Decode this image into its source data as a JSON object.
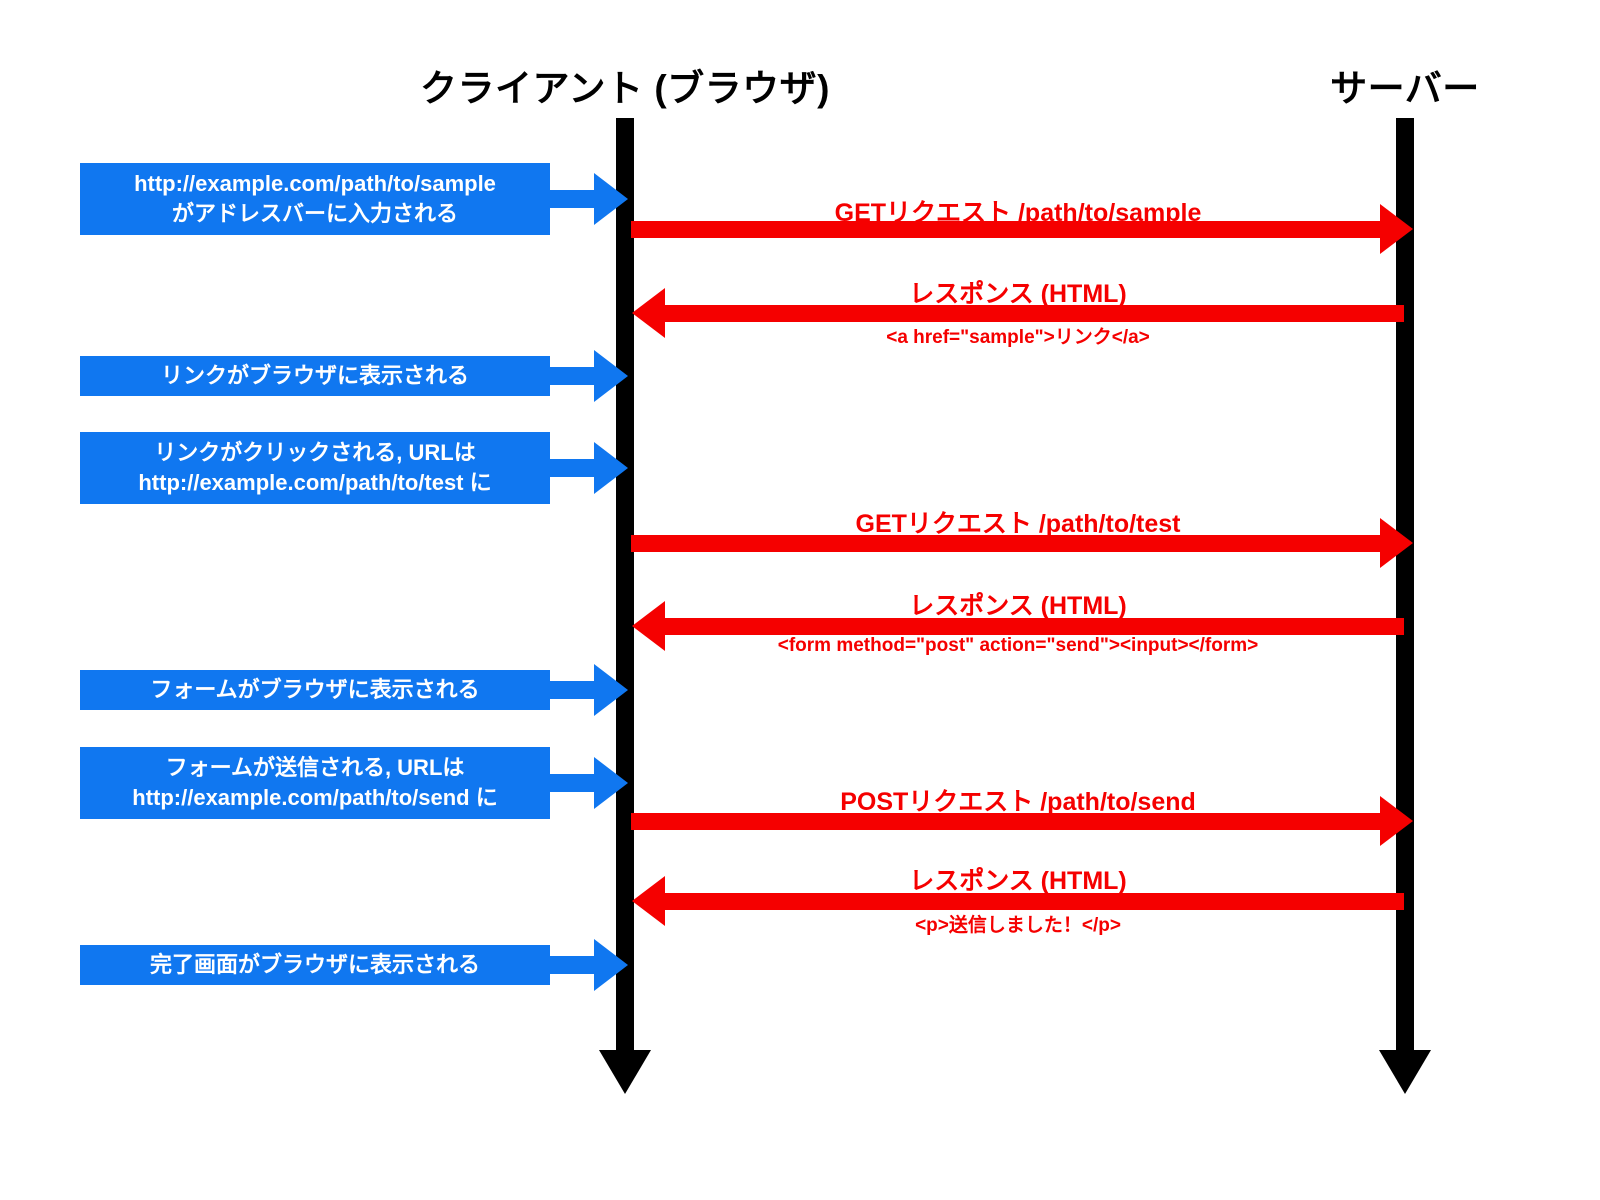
{
  "diagram": {
    "title_client": "クライアント (ブラウザ)",
    "title_server": "サーバー",
    "colors": {
      "note_blue": "#1077F0",
      "message_red": "#F50000",
      "lifeline_black": "#000000",
      "background": "#FFFFFF"
    }
  },
  "client_notes": [
    {
      "id": "note-url-entered",
      "lines": [
        "http://example.com/path/to/sample",
        "がアドレスバーに入力される"
      ]
    },
    {
      "id": "note-link-displayed",
      "lines": [
        "リンクがブラウザに表示される"
      ]
    },
    {
      "id": "note-link-clicked",
      "lines": [
        "リンクがクリックされる, URLは",
        "http://example.com/path/to/test に"
      ]
    },
    {
      "id": "note-form-displayed",
      "lines": [
        "フォームがブラウザに表示される"
      ]
    },
    {
      "id": "note-form-submitted",
      "lines": [
        "フォームが送信される, URLは",
        "http://example.com/path/to/send に"
      ]
    },
    {
      "id": "note-complete-displayed",
      "lines": [
        "完了画面がブラウザに表示される"
      ]
    }
  ],
  "messages": [
    {
      "id": "msg-get-sample",
      "direction": "client-to-server",
      "label": "GETリクエスト /path/to/sample",
      "sublabel": ""
    },
    {
      "id": "msg-response-link",
      "direction": "server-to-client",
      "label": "レスポンス (HTML)",
      "sublabel": "<a href=\"sample\">リンク</a>"
    },
    {
      "id": "msg-get-test",
      "direction": "client-to-server",
      "label": "GETリクエスト /path/to/test",
      "sublabel": ""
    },
    {
      "id": "msg-response-form",
      "direction": "server-to-client",
      "label": "レスポンス (HTML)",
      "sublabel": "<form method=\"post\" action=\"send\"><input></form>"
    },
    {
      "id": "msg-post-send",
      "direction": "client-to-server",
      "label": "POSTリクエスト /path/to/send",
      "sublabel": ""
    },
    {
      "id": "msg-response-done",
      "direction": "server-to-client",
      "label": "レスポンス (HTML)",
      "sublabel": "<p>送信しました！</p>"
    }
  ]
}
